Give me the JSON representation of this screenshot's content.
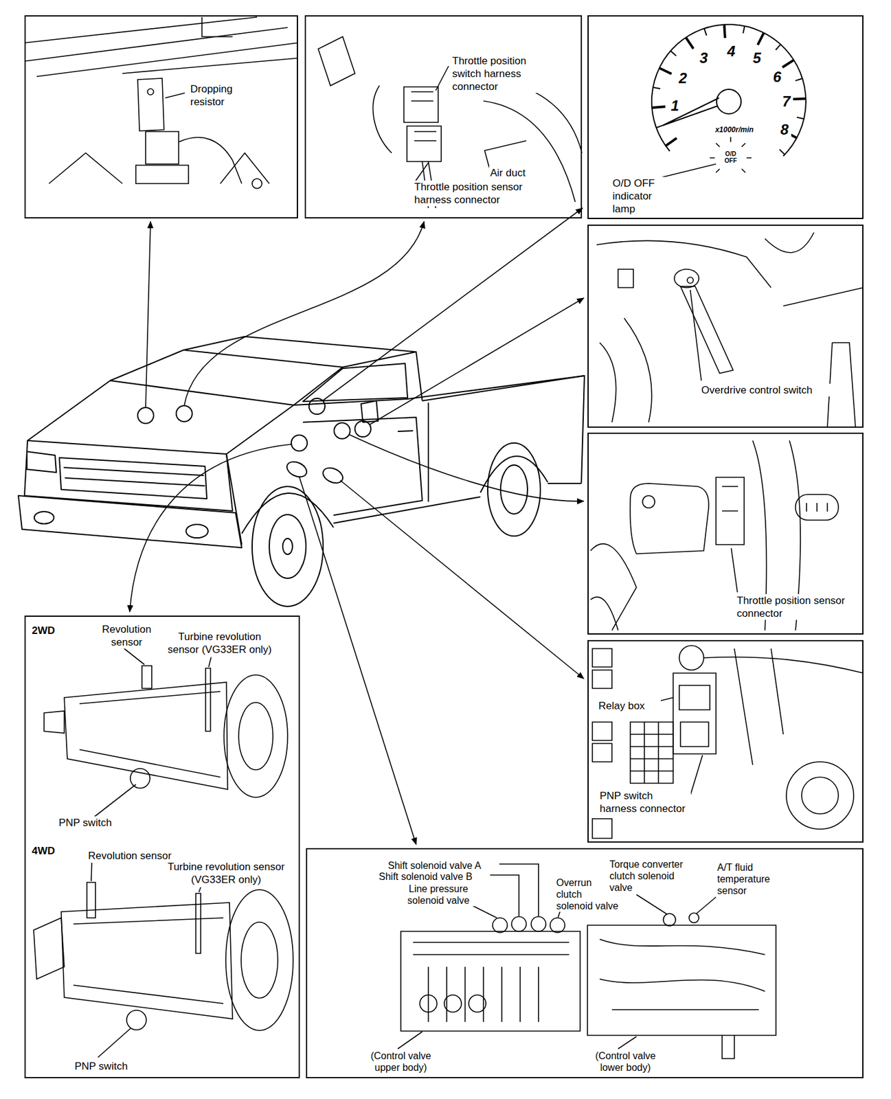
{
  "diagram": {
    "nodes": [
      {
        "text": [
          "Dropping resistor"
        ]
      },
      {
        "text": [
          "Throttle position switch harness connector",
          "Air duct",
          "Throttle position sensor harness connector"
        ]
      },
      {
        "text": [
          "O/D OFF indicator lamp"
        ]
      },
      {
        "text": [
          "Overdrive control switch"
        ]
      },
      {
        "text": [
          "Throttle position sensor connector"
        ]
      },
      {
        "text": [
          "Relay box",
          "PNP switch harness connector"
        ]
      },
      {
        "text": [
          "2WD",
          "Revolution sensor",
          "Turbine revolution sensor (VG33ER only)",
          "PNP switch",
          "4WD",
          "Revolution sensor",
          "Turbine revolution sensor (VG33ER only)",
          "PNP switch"
        ]
      },
      {
        "text": [
          "Shift solenoid valve A",
          "Shift solenoid valve B",
          "Line pressure solenoid valve",
          "Overrun clutch solenoid valve",
          "Torque converter clutch solenoid valve",
          "A/T fluid temperature sensor",
          "(Control valve upper body)",
          "(Control valve lower body)"
        ]
      }
    ],
    "labels": [
      "1",
      "2",
      "3",
      "4",
      "5",
      "6",
      "7",
      "8",
      "x1000r/min",
      "O/D OFF"
    ]
  }
}
